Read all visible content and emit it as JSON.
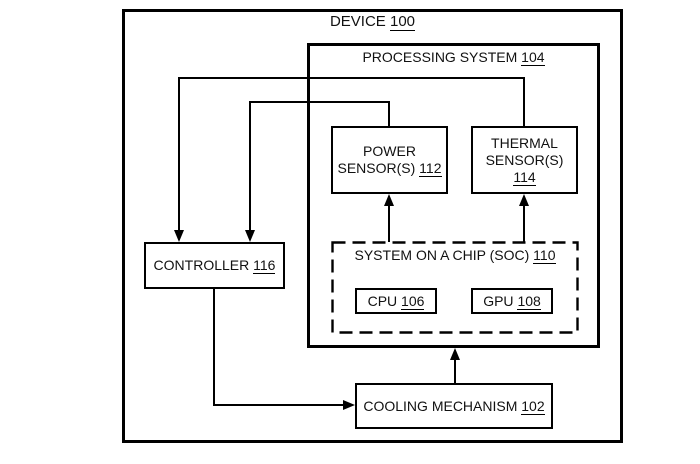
{
  "diagram": {
    "type": "patent-block-diagram",
    "nodes": {
      "device": {
        "label": "DEVICE",
        "ref": "100"
      },
      "processing_system": {
        "label": "PROCESSING SYSTEM",
        "ref": "104"
      },
      "power_sensors": {
        "line1": "POWER",
        "line2": "SENSOR(S)",
        "ref": "112"
      },
      "thermal_sensors": {
        "line1": "THERMAL",
        "line2": "SENSOR(S)",
        "ref": "114"
      },
      "soc": {
        "label": "SYSTEM ON A CHIP (SOC)",
        "ref": "110"
      },
      "cpu": {
        "label": "CPU",
        "ref": "106"
      },
      "gpu": {
        "label": "GPU",
        "ref": "108"
      },
      "controller": {
        "label": "CONTROLLER",
        "ref": "116"
      },
      "cooling": {
        "label": "COOLING MECHANISM",
        "ref": "102"
      }
    },
    "edges": [
      {
        "from": "THERMAL SENSOR(S) 114",
        "to": "CONTROLLER 116",
        "arrow": "into controller top"
      },
      {
        "from": "POWER SENSOR(S) 112",
        "to": "CONTROLLER 116",
        "arrow": "into controller top"
      },
      {
        "from": "SYSTEM ON A CHIP (SOC) 110",
        "to": "POWER SENSOR(S) 112",
        "arrow": "up"
      },
      {
        "from": "SYSTEM ON A CHIP (SOC) 110",
        "to": "THERMAL SENSOR(S) 114",
        "arrow": "up"
      },
      {
        "from": "CONTROLLER 116",
        "to": "COOLING MECHANISM 102",
        "arrow": "into cooling left side"
      },
      {
        "from": "COOLING MECHANISM 102",
        "to": "PROCESSING SYSTEM 104",
        "arrow": "up into bottom edge"
      }
    ],
    "colors": {
      "line": "#000000",
      "text": "#111111",
      "background": "#ffffff"
    }
  }
}
